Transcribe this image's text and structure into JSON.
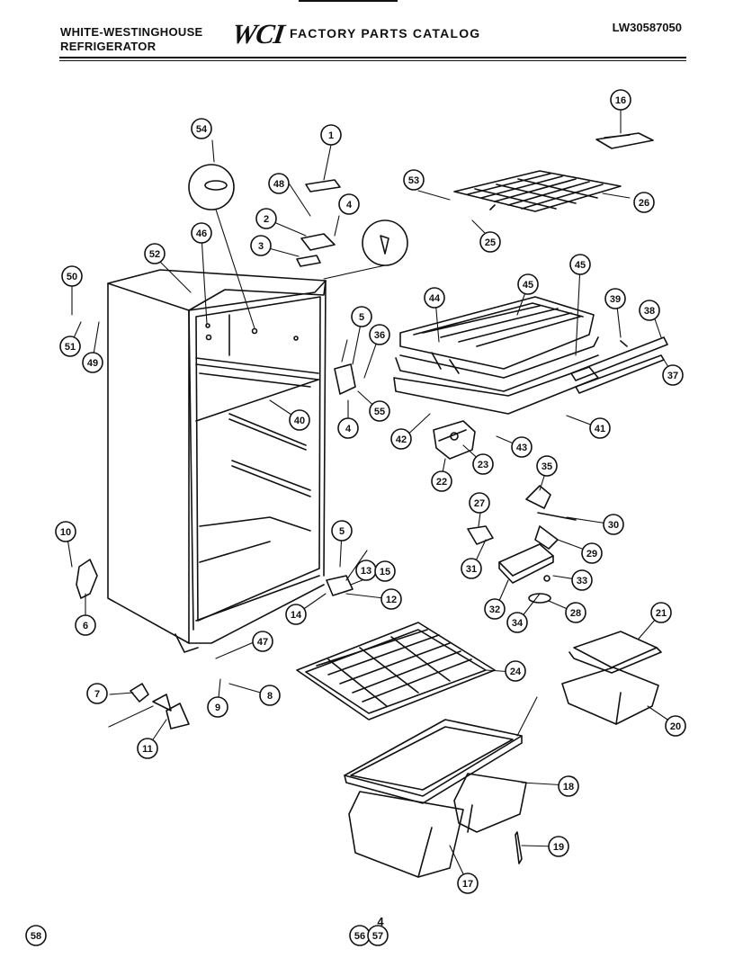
{
  "header": {
    "brand_line1": "WHITE-WESTINGHOUSE",
    "brand_line2": "REFRIGERATOR",
    "logo": "WCI",
    "catalog_title": "FACTORY PARTS CATALOG",
    "model_number": "LW30587050"
  },
  "diagram": {
    "callouts": [
      "1",
      "2",
      "3",
      "4",
      "4",
      "5",
      "5",
      "6",
      "7",
      "8",
      "9",
      "10",
      "11",
      "12",
      "13",
      "14",
      "15",
      "16",
      "17",
      "18",
      "19",
      "20",
      "21",
      "22",
      "23",
      "24",
      "25",
      "26",
      "27",
      "28",
      "29",
      "30",
      "31",
      "32",
      "33",
      "34",
      "35",
      "36",
      "37",
      "38",
      "39",
      "40",
      "41",
      "42",
      "43",
      "44",
      "45",
      "45",
      "46",
      "47",
      "48",
      "49",
      "50",
      "51",
      "52",
      "53",
      "54",
      "55",
      "56",
      "57",
      "58"
    ]
  },
  "footer": {
    "page_number": "4"
  }
}
